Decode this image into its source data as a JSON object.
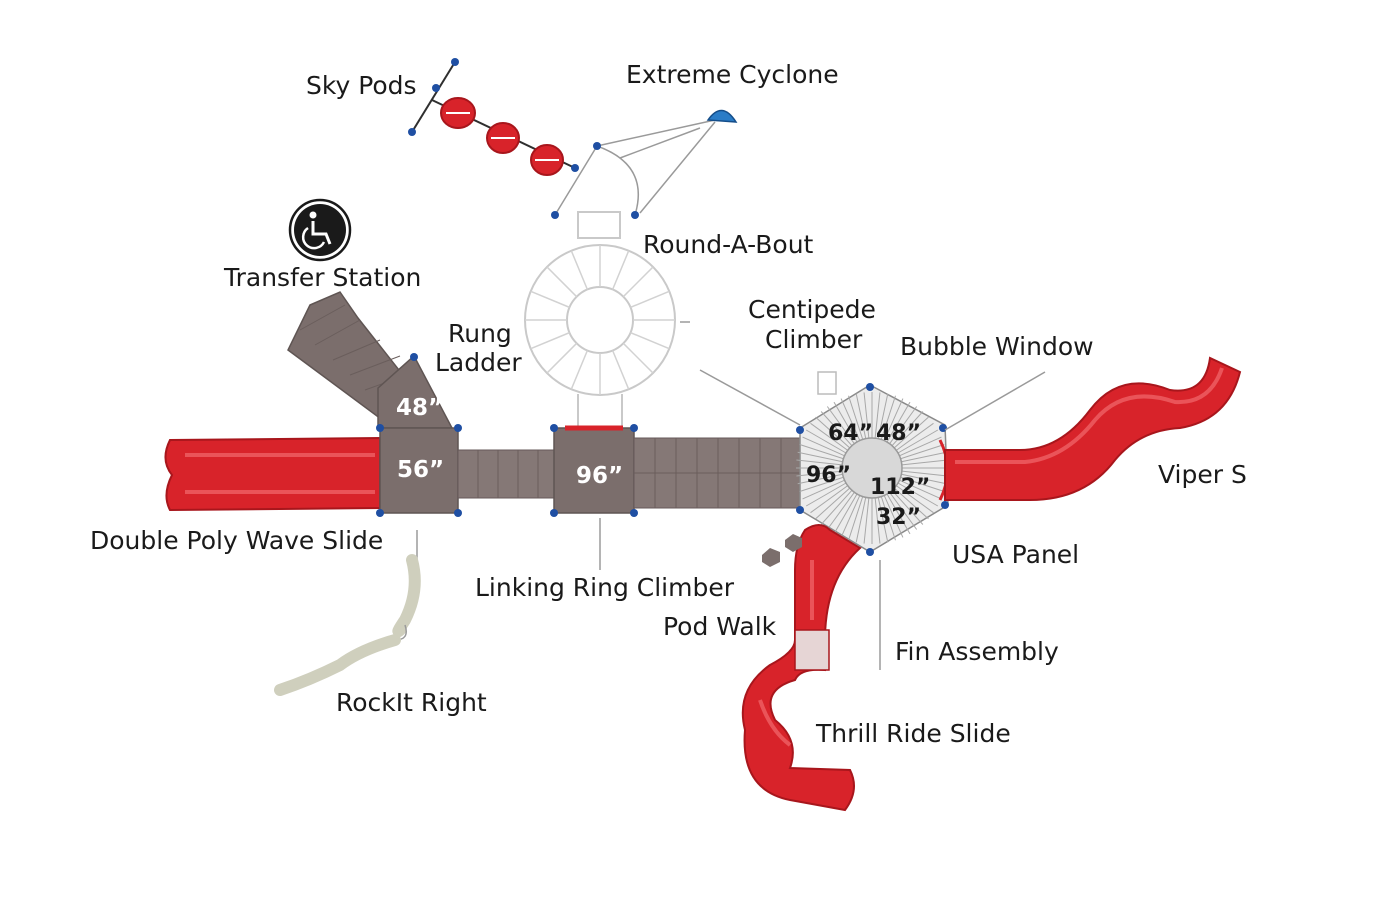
{
  "labels": {
    "sky_pods": "Sky Pods",
    "extreme_cyclone": "Extreme Cyclone",
    "round_a_bout": "Round-A-Bout",
    "transfer_station": "Transfer Station",
    "rung_ladder_line1": "Rung",
    "rung_ladder_line2": "Ladder",
    "centipede_line1": "Centipede",
    "centipede_line2": "Climber",
    "bubble_window": "Bubble Window",
    "viper_s": "Viper S",
    "double_poly": "Double Poly Wave Slide",
    "linking_ring": "Linking Ring Climber",
    "usa_panel": "USA Panel",
    "pod_walk": "Pod Walk",
    "fin_assembly": "Fin Assembly",
    "rockit_right": "RockIt Right",
    "thrill_ride": "Thrill Ride Slide"
  },
  "dimensions": {
    "d48_triangle": "48”",
    "d56": "56”",
    "d96_center": "96”",
    "d64": "64”",
    "d48_tower": "48”",
    "d96_tower": "96”",
    "d112": "112”",
    "d32": "32”"
  },
  "icons": {
    "accessibility": "wheelchair-icon"
  },
  "colors": {
    "slide_red": "#d8232a",
    "deck_brown": "#7b6e6c",
    "post_blue": "#1f4fa3"
  }
}
